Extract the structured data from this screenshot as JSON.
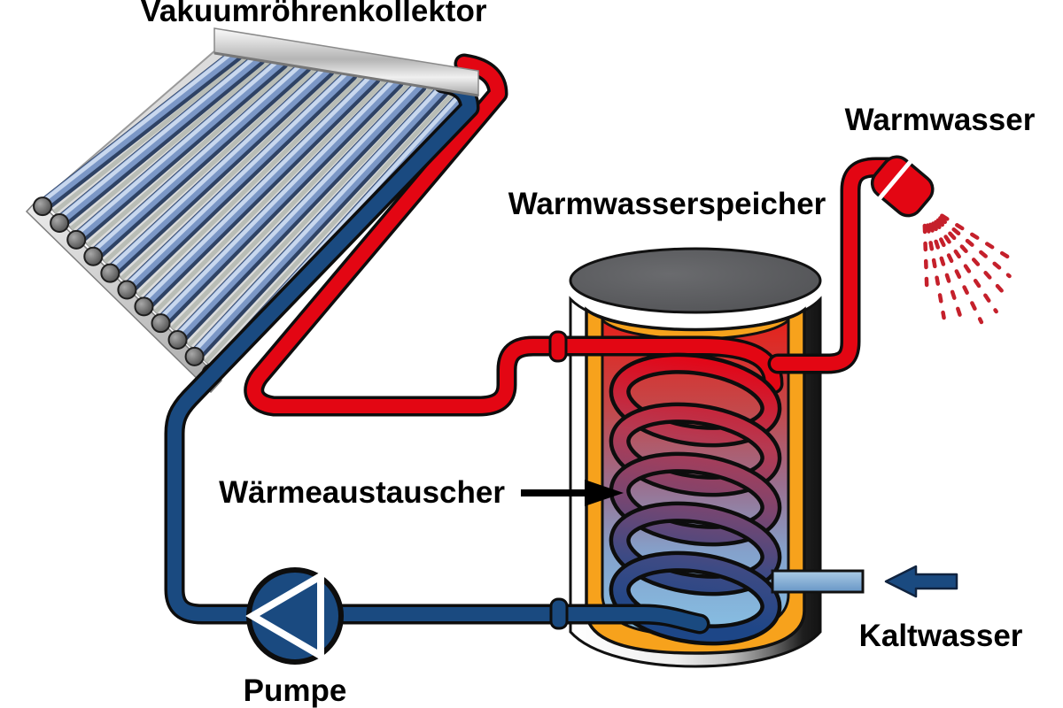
{
  "labels": {
    "collector": "Vakuumröhrenkollektor",
    "storage_tank": "Warmwasserspeicher",
    "warm_water": "Warmwasser",
    "heat_exchanger": "Wärmeaustauscher",
    "cold_water": "Kaltwasser",
    "pump": "Pumpe"
  },
  "colors": {
    "hot": "#e30613",
    "cold": "#1a4a80",
    "cold_inlet": "#8cb8dc",
    "insulation": "#f7a21c",
    "tank_lid": "#57585a",
    "spray": "#c5202b",
    "ink": "#000000"
  }
}
